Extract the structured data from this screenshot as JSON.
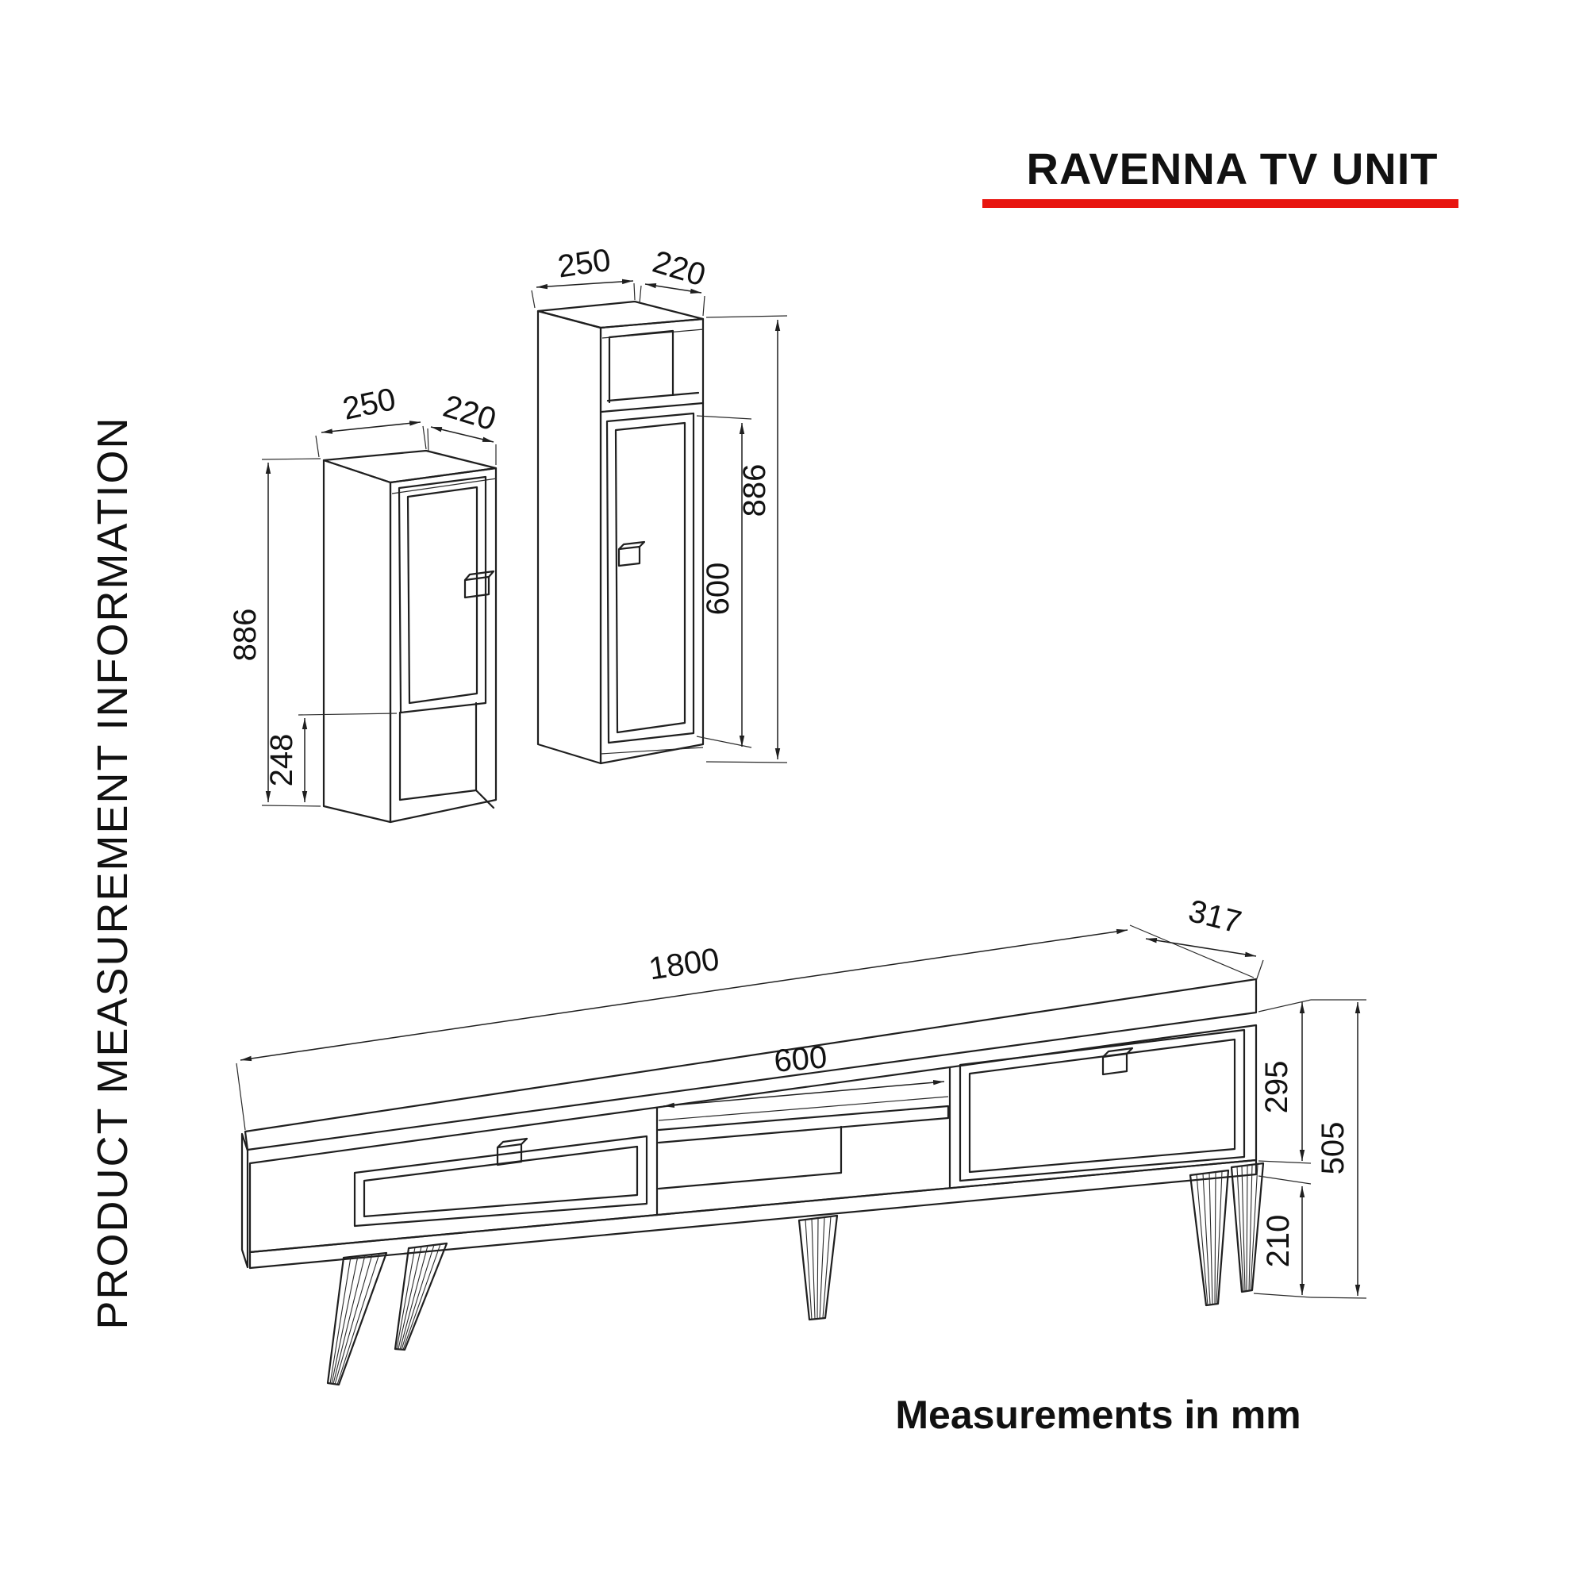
{
  "title": "RAVENNA TV UNIT",
  "side_label": "PRODUCT MEASUREMENT INFORMATION",
  "footer_note": "Measurements in mm",
  "colors": {
    "accent_red": "#e8150f",
    "line": "#1f1f1f"
  },
  "wall_cabinet_left": {
    "width": "250",
    "depth": "220",
    "height": "886",
    "open_section_height": "248"
  },
  "wall_cabinet_right": {
    "width": "250",
    "depth": "220",
    "height": "886",
    "door_section_height": "600"
  },
  "tv_stand": {
    "width": "1800",
    "depth": "317",
    "middle_section_width": "600",
    "body_height": "295",
    "total_height": "505",
    "leg_height": "210"
  }
}
